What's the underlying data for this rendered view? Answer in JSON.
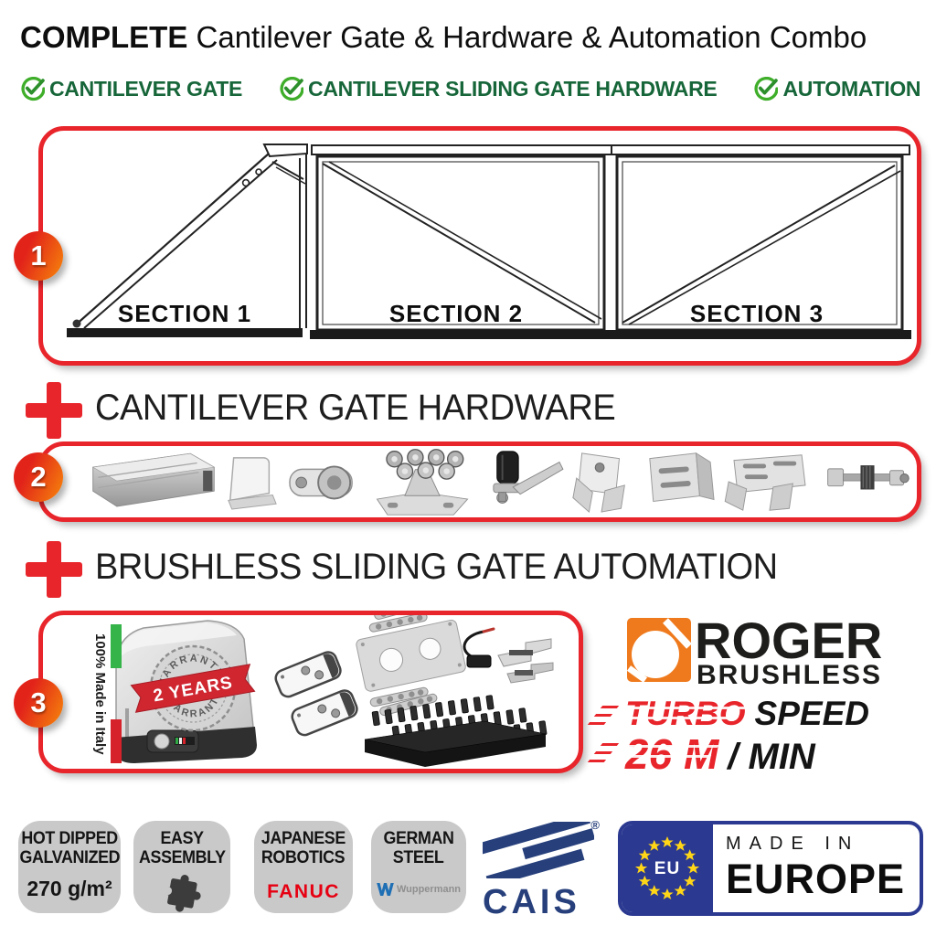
{
  "title": {
    "lead": "COMPLETE",
    "rest": " Cantilever Gate & Hardware & Automation Combo"
  },
  "features": [
    {
      "label": "CANTILEVER GATE"
    },
    {
      "label": "CANTILEVER SLIDING GATE HARDWARE"
    },
    {
      "label": "AUTOMATION"
    }
  ],
  "gate_box": {
    "badge": "1",
    "sections": [
      {
        "label": "SECTION 1"
      },
      {
        "label": "SECTION 2"
      },
      {
        "label": "SECTION 3"
      }
    ]
  },
  "hardware_box": {
    "heading": "CANTILEVER GATE HARDWARE",
    "badge": "2",
    "items": [
      "c-track-rail",
      "track-end-cap",
      "end-wheel",
      "roller-carriage",
      "top-guide-roller",
      "gate-catcher",
      "l-bracket",
      "adjustable-catch-bracket",
      "anti-tip-bolt-kit"
    ]
  },
  "automation_box": {
    "heading": "BRUSHLESS SLIDING GATE AUTOMATION",
    "badge": "3",
    "made_in_italy": "100% Made in Italy",
    "warranty": {
      "arc_top": "WARRANTY",
      "ribbon": "2 YEARS",
      "arc_bottom": "WARRANTY"
    },
    "kit_items": [
      "sliding-gate-motor",
      "remote-control",
      "remote-control",
      "mounting-plate-kit",
      "magnetic-limit-switch",
      "nylon-gear-racks"
    ]
  },
  "roger": {
    "name": "ROGER",
    "series": "BRUSHLESS",
    "turbo": "TURBO",
    "speed": "SPEED",
    "rate": "26 M",
    "unit": "/ MIN"
  },
  "footer": {
    "badges": [
      {
        "line1": "HOT DIPPED",
        "line2": "GALVANIZED",
        "value": "270 g/m²"
      },
      {
        "line1": "EASY",
        "line2": "ASSEMBLY",
        "icon": "puzzle-icon"
      },
      {
        "line1": "JAPANESE",
        "line2": "ROBOTICS",
        "logo": "FANUC"
      },
      {
        "line1": "GERMAN",
        "line2": "STEEL",
        "logo": "Wuppermann",
        "logo_mark": "W"
      }
    ],
    "cais": {
      "name": "CAIS",
      "reg": "®"
    },
    "made_in_europe": {
      "eu": "EU",
      "line1": "MADE IN",
      "line2": "EUROPE"
    }
  },
  "colors": {
    "accent_red": "#e8252b",
    "check_green": "#3fae2a",
    "feature_text_green": "#17663a",
    "roger_orange": "#ef7a1d",
    "fanuc_red": "#e60012",
    "wuppermann_blue": "#1f6fb5",
    "cais_navy": "#27407c",
    "eu_blue": "#2b3990",
    "eu_star_yellow": "#ffd617",
    "footer_badge_bg": "#c9c9c9",
    "italy_green": "#35b44a",
    "italy_red": "#d6232b"
  }
}
